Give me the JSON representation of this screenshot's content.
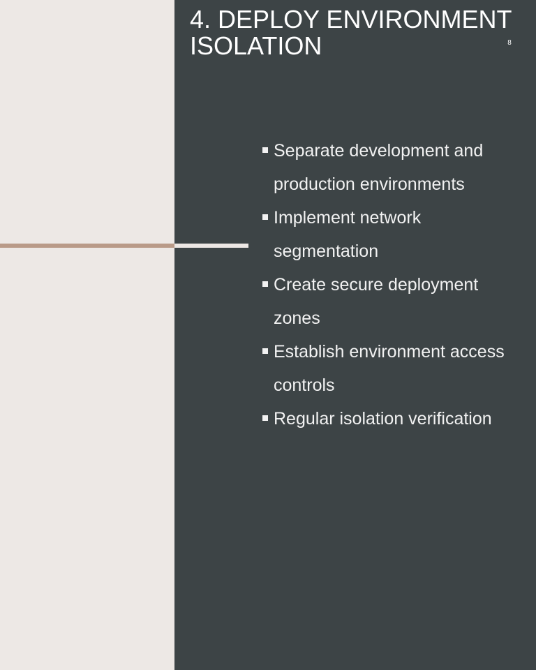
{
  "slide": {
    "title": "4. DEPLOY ENVIRONMENT ISOLATION",
    "page_number": "8",
    "bullets": [
      "Separate development and production environments",
      "Implement network segmentation",
      "Create secure deployment zones",
      "Establish environment access controls",
      "Regular isolation verification"
    ]
  },
  "colors": {
    "left_background": "#EDE8E5",
    "right_background": "#3D4446",
    "accent_line": "#B99A88",
    "text": "#F2F2F2"
  },
  "icons": {
    "bullet": "square-bullet-icon"
  }
}
